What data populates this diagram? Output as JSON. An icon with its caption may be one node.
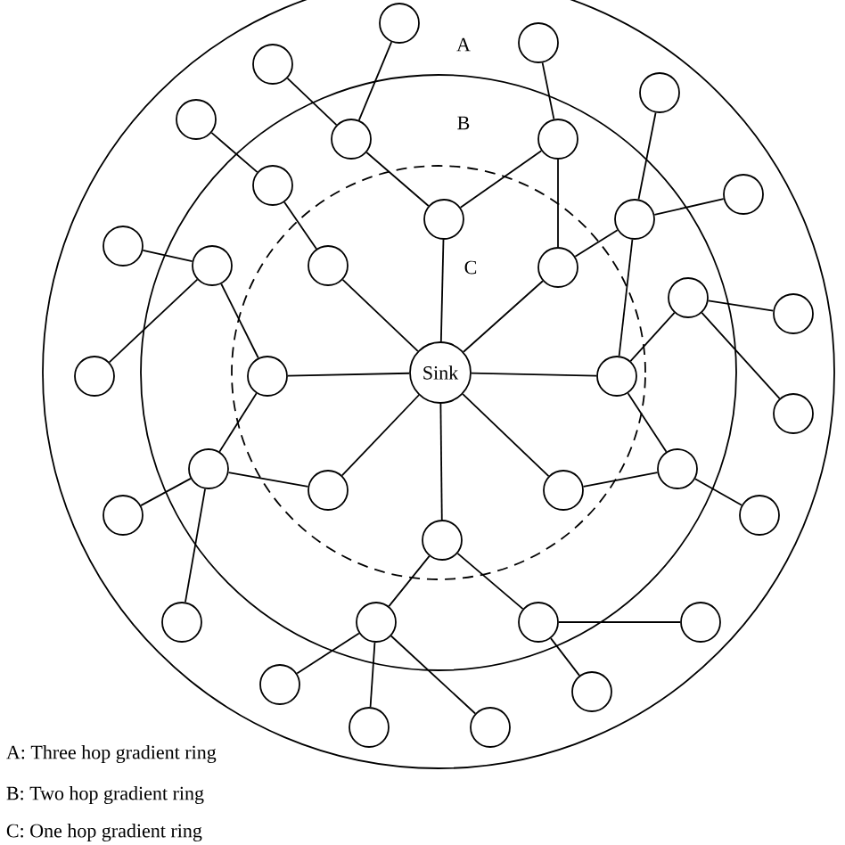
{
  "diagram": {
    "nodes": [
      {
        "text": [
          "Sink"
        ]
      },
      {
        "text": [],
        "shape": "circle"
      },
      {
        "text": [],
        "shape": "circle"
      },
      {
        "text": [],
        "shape": "circle"
      },
      {
        "text": [],
        "shape": "circle"
      },
      {
        "text": [],
        "shape": "circle"
      },
      {
        "text": [],
        "shape": "circle"
      },
      {
        "text": [],
        "shape": "circle"
      },
      {
        "text": [],
        "shape": "circle"
      },
      {
        "text": [],
        "shape": "circle"
      },
      {
        "text": [],
        "shape": "circle"
      },
      {
        "text": [],
        "shape": "circle"
      },
      {
        "text": [],
        "shape": "circle"
      },
      {
        "text": [],
        "shape": "circle"
      },
      {
        "text": [],
        "shape": "circle"
      },
      {
        "text": [],
        "shape": "circle"
      },
      {
        "text": [],
        "shape": "circle"
      },
      {
        "text": [],
        "shape": "circle"
      },
      {
        "text": [],
        "shape": "circle"
      },
      {
        "text": [],
        "shape": "circle"
      },
      {
        "text": [],
        "shape": "circle"
      },
      {
        "text": [],
        "shape": "circle"
      },
      {
        "text": [],
        "shape": "circle"
      },
      {
        "text": [],
        "shape": "circle"
      },
      {
        "text": [],
        "shape": "circle"
      },
      {
        "text": [],
        "shape": "circle"
      },
      {
        "text": [],
        "shape": "circle"
      },
      {
        "text": [],
        "shape": "circle"
      },
      {
        "text": [],
        "shape": "circle"
      },
      {
        "text": [],
        "shape": "circle"
      },
      {
        "text": [],
        "shape": "circle"
      },
      {
        "text": [],
        "shape": "circle"
      },
      {
        "text": [],
        "shape": "circle"
      },
      {
        "text": [],
        "shape": "circle"
      },
      {
        "text": [],
        "shape": "circle"
      },
      {
        "text": [],
        "shape": "circle"
      },
      {
        "text": [],
        "shape": "circle"
      }
    ],
    "edges": [
      {
        "from": 0,
        "to": 19,
        "arrow": "none"
      },
      {
        "from": 0,
        "to": 14,
        "arrow": "none"
      },
      {
        "from": 0,
        "to": 10,
        "arrow": "none"
      },
      {
        "from": 0,
        "to": 15,
        "arrow": "none"
      },
      {
        "from": 0,
        "to": 20,
        "arrow": "none"
      },
      {
        "from": 0,
        "to": 25,
        "arrow": "none"
      },
      {
        "from": 0,
        "to": 28,
        "arrow": "none"
      },
      {
        "from": 0,
        "to": 24,
        "arrow": "none"
      },
      {
        "from": 3,
        "to": 6,
        "arrow": "none"
      },
      {
        "from": 1,
        "to": 6,
        "arrow": "none"
      },
      {
        "from": 6,
        "to": 10,
        "arrow": "none"
      },
      {
        "from": 5,
        "to": 8,
        "arrow": "none"
      },
      {
        "from": 8,
        "to": 14,
        "arrow": "none"
      },
      {
        "from": 12,
        "to": 13,
        "arrow": "none"
      },
      {
        "from": 13,
        "to": 18,
        "arrow": "none"
      },
      {
        "from": 13,
        "to": 19,
        "arrow": "none"
      },
      {
        "from": 2,
        "to": 7,
        "arrow": "none"
      },
      {
        "from": 7,
        "to": 10,
        "arrow": "none"
      },
      {
        "from": 7,
        "to": 15,
        "arrow": "none"
      },
      {
        "from": 4,
        "to": 11,
        "arrow": "none"
      },
      {
        "from": 11,
        "to": 9,
        "arrow": "none"
      },
      {
        "from": 11,
        "to": 15,
        "arrow": "none"
      },
      {
        "from": 11,
        "to": 20,
        "arrow": "none"
      },
      {
        "from": 16,
        "to": 20,
        "arrow": "none"
      },
      {
        "from": 16,
        "to": 17,
        "arrow": "none"
      },
      {
        "from": 16,
        "to": 21,
        "arrow": "none"
      },
      {
        "from": 19,
        "to": 22,
        "arrow": "none"
      },
      {
        "from": 22,
        "to": 24,
        "arrow": "none"
      },
      {
        "from": 22,
        "to": 26,
        "arrow": "none"
      },
      {
        "from": 22,
        "to": 29,
        "arrow": "none"
      },
      {
        "from": 30,
        "to": 28,
        "arrow": "none"
      },
      {
        "from": 30,
        "to": 33,
        "arrow": "none"
      },
      {
        "from": 30,
        "to": 35,
        "arrow": "none"
      },
      {
        "from": 30,
        "to": 36,
        "arrow": "none"
      },
      {
        "from": 28,
        "to": 31,
        "arrow": "none"
      },
      {
        "from": 31,
        "to": 32,
        "arrow": "none"
      },
      {
        "from": 31,
        "to": 34,
        "arrow": "none"
      },
      {
        "from": 25,
        "to": 23,
        "arrow": "none"
      },
      {
        "from": 20,
        "to": 23,
        "arrow": "none"
      },
      {
        "from": 23,
        "to": 27,
        "arrow": "none"
      }
    ],
    "labels": [
      "A",
      "B",
      "C",
      "A: Three hop gradient ring",
      "B: Two hop gradient ring",
      "C: One hop gradient ring"
    ]
  }
}
